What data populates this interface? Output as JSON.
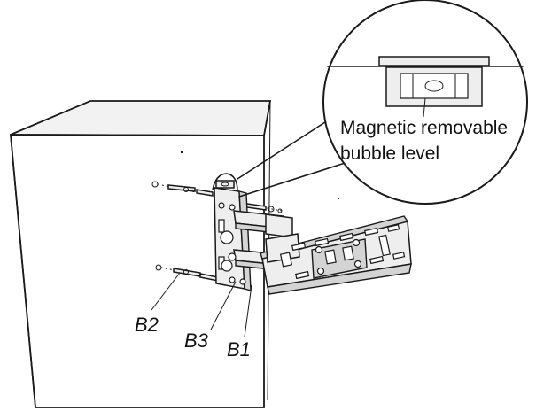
{
  "callout": {
    "line1": "Magnetic removable",
    "line2": "bubble level"
  },
  "parts": {
    "b1": "B1",
    "b2": "B2",
    "b3": "B3"
  }
}
